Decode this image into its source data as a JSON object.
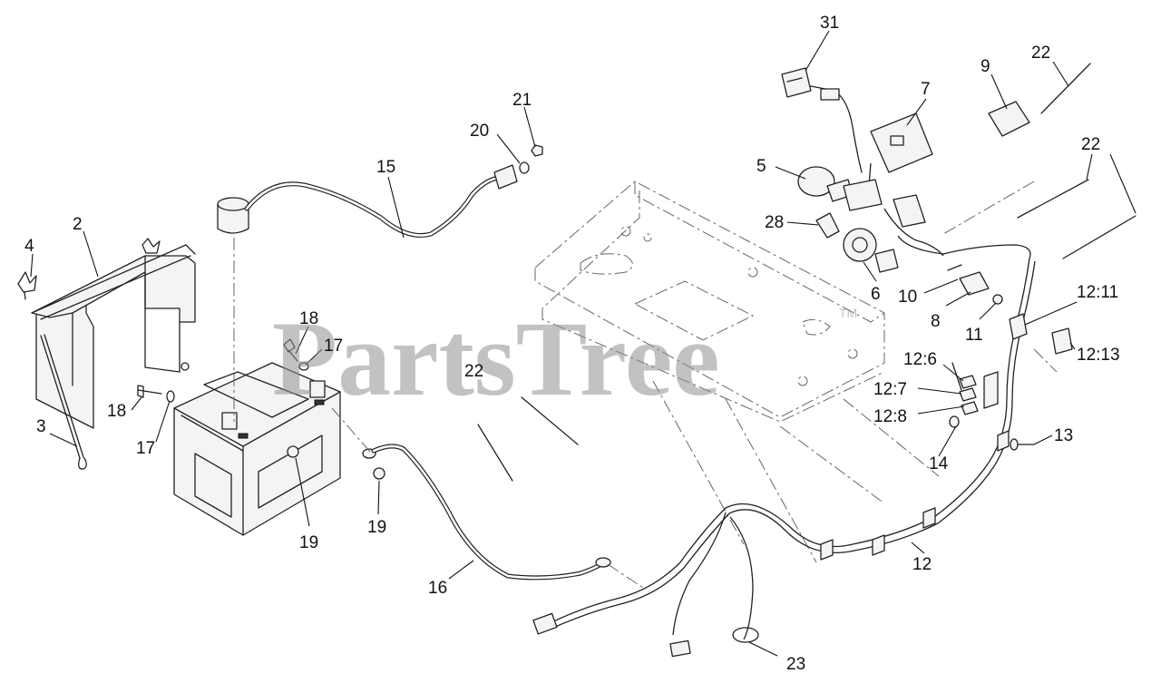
{
  "watermark": {
    "text": "PartsTree",
    "trademark": "TM"
  },
  "callouts": {
    "c2": "2",
    "c3": "3",
    "c4": "4",
    "c5": "5",
    "c6": "6",
    "c7": "7",
    "c8": "8",
    "c9": "9",
    "c10": "10",
    "c11": "11",
    "c12": "12",
    "c12_6": "12:6",
    "c12_7": "12:7",
    "c12_8": "12:8",
    "c12_11": "12:11",
    "c12_13": "12:13",
    "c13": "13",
    "c14": "14",
    "c15": "15",
    "c16": "16",
    "c17a": "17",
    "c17b": "17",
    "c18a": "18",
    "c18b": "18",
    "c19a": "19",
    "c19b": "19",
    "c20": "20",
    "c21": "21",
    "c22a": "22",
    "c22b": "22",
    "c22c": "22",
    "c23": "23",
    "c28": "28",
    "c31": "31"
  }
}
